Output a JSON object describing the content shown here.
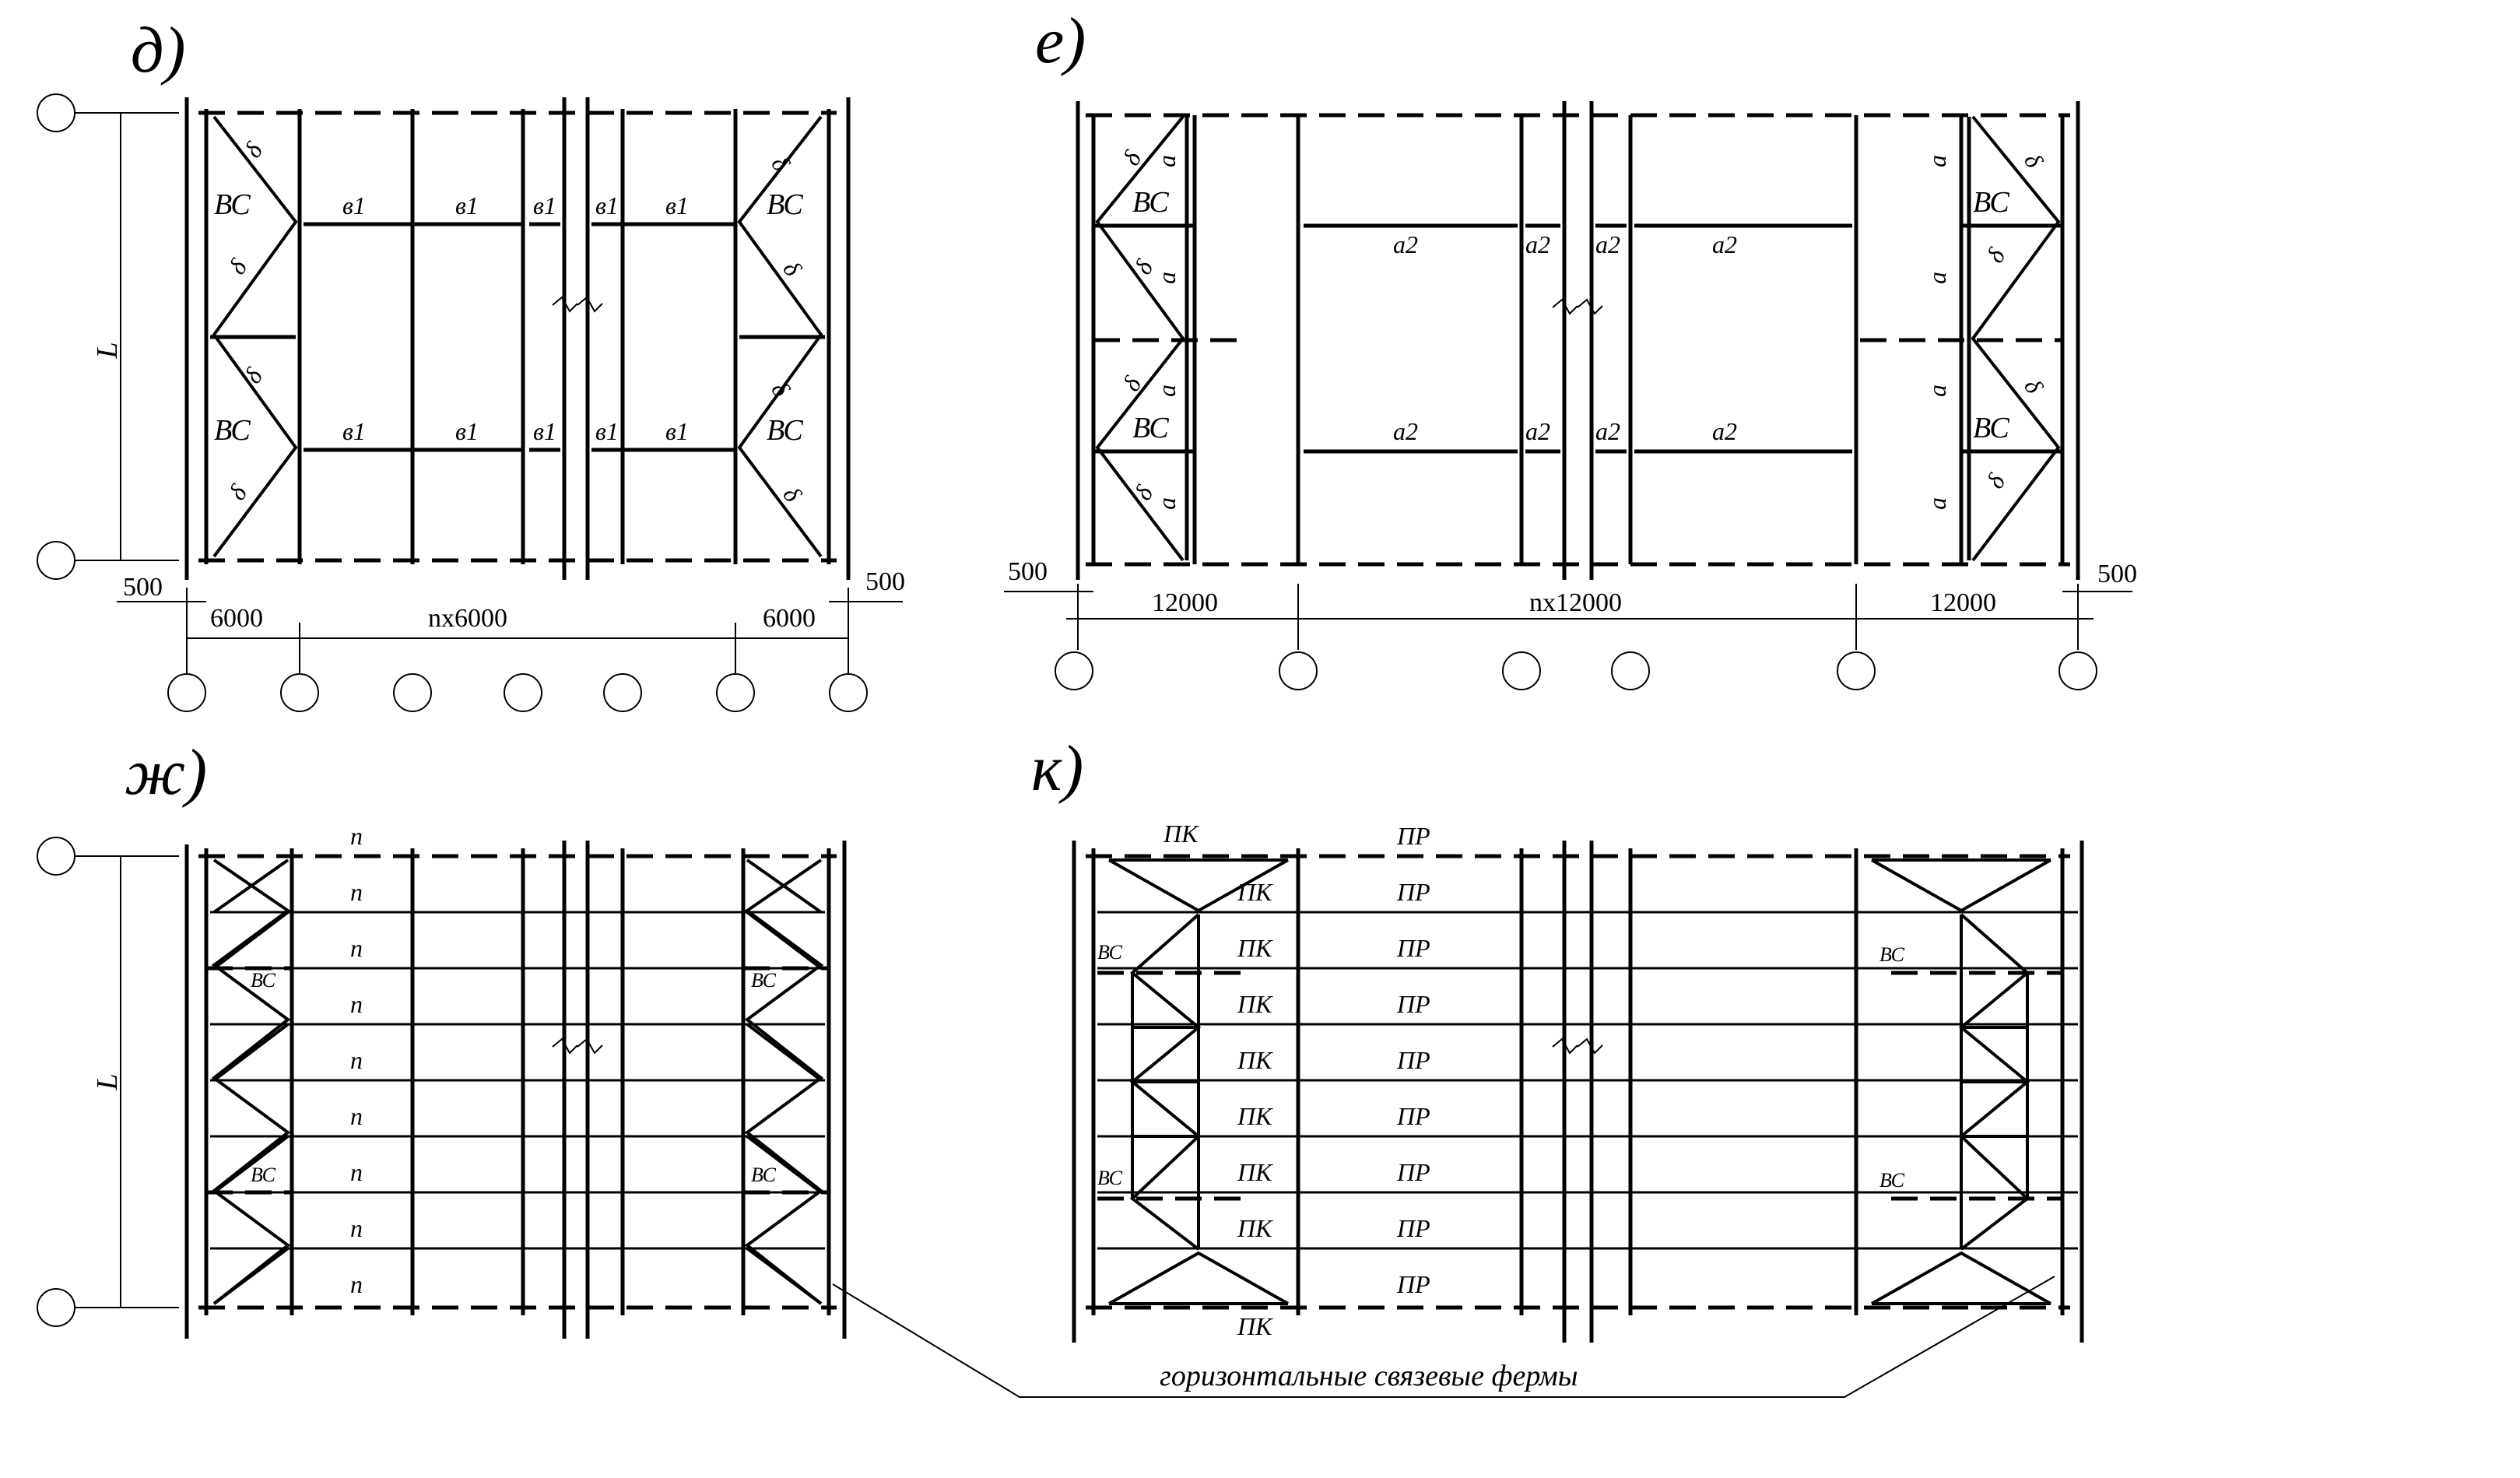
{
  "panels": {
    "d": {
      "title": "д)",
      "span_label": "L",
      "dim_500_left": "500",
      "dim_500_right": "500",
      "dim_end_left": "6000",
      "dim_middle": "nх6000",
      "dim_end_right": "6000",
      "brace_label": "ВС",
      "diag_label": "δ",
      "strut_label": "в1"
    },
    "e": {
      "title": "е)",
      "dim_500_left": "500",
      "dim_500_right": "500",
      "dim_end_left": "12000",
      "dim_middle": "nх12000",
      "dim_end_right": "12000",
      "brace_label": "ВС",
      "diag_label": "δ",
      "vert_label": "а",
      "strut_label": "а2"
    },
    "zh": {
      "title": "ж)",
      "span_label": "L",
      "purlin_label": "n",
      "brace_label": "ВС"
    },
    "k": {
      "title": "к)",
      "truss_label": "ПК",
      "purlin_label": "ПР",
      "brace_label": "ВС"
    }
  },
  "caption": "горизонтальные связевые фермы"
}
